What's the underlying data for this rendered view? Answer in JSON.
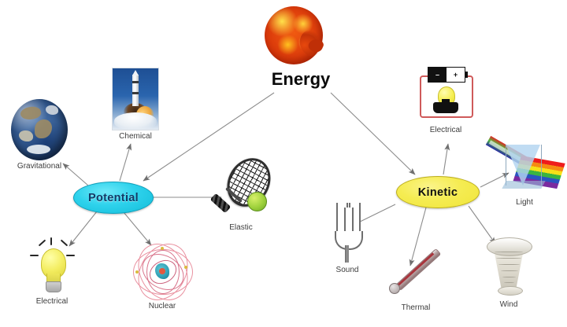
{
  "diagram": {
    "title": "Forms of Energy concept map",
    "root": {
      "label": "Energy",
      "icon": "sun-icon"
    },
    "hubs": [
      {
        "id": "potential",
        "label": "Potential",
        "fill": "#2ed2ec",
        "text_color": "#123a66"
      },
      {
        "id": "kinetic",
        "label": "Kinetic",
        "fill": "#f5ec52",
        "text_color": "#101010"
      }
    ],
    "leaves": [
      {
        "id": "gravitational",
        "label": "Gravitational",
        "icon": "earth-icon",
        "parent": "potential"
      },
      {
        "id": "chemical",
        "label": "Chemical",
        "icon": "rocket-icon",
        "parent": "potential"
      },
      {
        "id": "elastic",
        "label": "Elastic",
        "icon": "tennis-racket-icon",
        "parent": "potential"
      },
      {
        "id": "electrical-p",
        "label": "Electrical",
        "icon": "lightbulb-icon",
        "parent": "potential"
      },
      {
        "id": "nuclear",
        "label": "Nuclear",
        "icon": "atom-icon",
        "parent": "potential"
      },
      {
        "id": "electrical-k",
        "label": "Electrical",
        "icon": "circuit-icon",
        "parent": "kinetic"
      },
      {
        "id": "light",
        "label": "Light",
        "icon": "prism-icon",
        "parent": "kinetic"
      },
      {
        "id": "sound",
        "label": "Sound",
        "icon": "tuning-fork-icon",
        "parent": "kinetic"
      },
      {
        "id": "thermal",
        "label": "Thermal",
        "icon": "thermometer-icon",
        "parent": "kinetic"
      },
      {
        "id": "wind",
        "label": "Wind",
        "icon": "tornado-icon",
        "parent": "kinetic"
      }
    ],
    "battery": {
      "negative": "–",
      "positive": "+"
    },
    "edge_color": "#8c8c8c"
  }
}
